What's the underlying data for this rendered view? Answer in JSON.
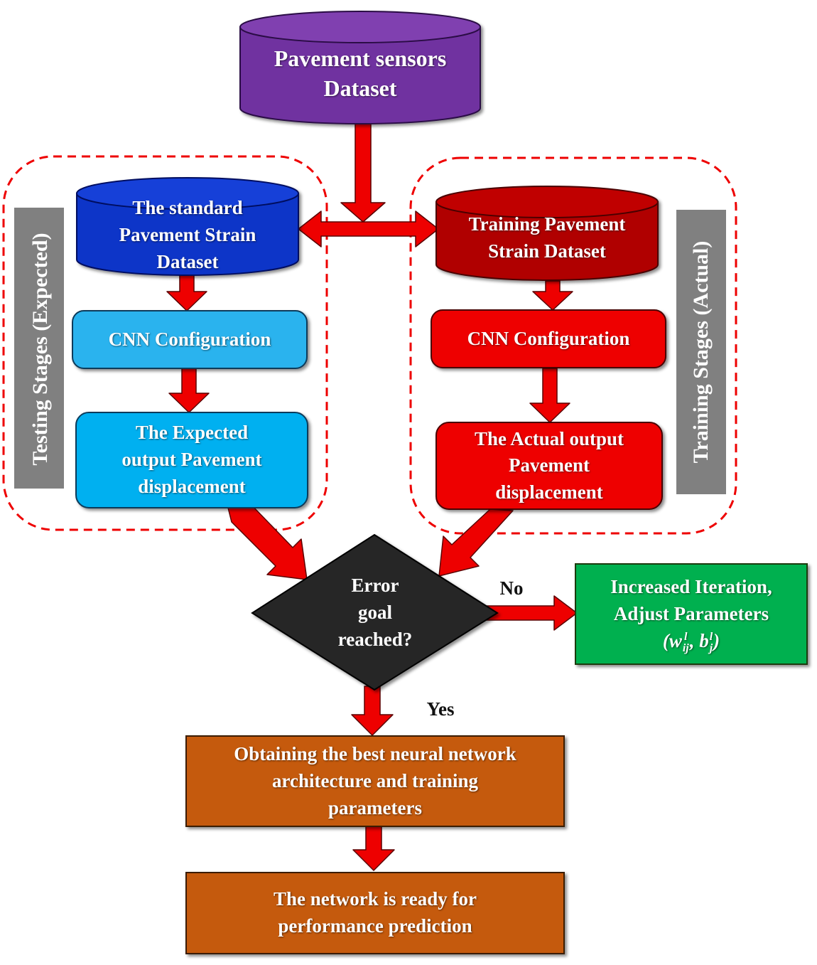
{
  "nodes": {
    "sensors": {
      "line1": "Pavement sensors",
      "line2": "Dataset",
      "color": "#7030A0"
    },
    "standard": {
      "line1": "The standard",
      "line2": "Pavement Strain",
      "line3": "Dataset",
      "color": "#0A35C8"
    },
    "training_db": {
      "line1": "Training Pavement",
      "line2": "Strain Dataset",
      "color": "#B00000"
    },
    "cnn_left": {
      "label": "CNN Configuration",
      "color": "#2AB3EE"
    },
    "cnn_right": {
      "label": "CNN Configuration",
      "color": "#EE0000"
    },
    "expected": {
      "line1": "The Expected",
      "line2": "output Pavement",
      "line3": "displacement",
      "color": "#00B0F0"
    },
    "actual": {
      "line1": "The Actual output",
      "line2": "Pavement",
      "line3": "displacement",
      "color": "#EE0000"
    },
    "decision": {
      "line1": "Error",
      "line2": "goal",
      "line3": "reached?",
      "color": "#262626"
    },
    "adjust": {
      "line1": "Increased Iteration,",
      "line2": "Adjust Parameters",
      "formula": "(w",
      "formula_w_sup": "l",
      "formula_w_sub": "ij",
      "formula_sep": ", b",
      "formula_b_sup": "l",
      "formula_b_sub": "j",
      "formula_end": ")",
      "color": "#00B050"
    },
    "best": {
      "line1": "Obtaining the best neural network",
      "line2": "architecture and training",
      "line3": "parameters",
      "color": "#C55A11"
    },
    "ready": {
      "line1": "The network is ready for",
      "line2": "performance prediction",
      "color": "#C55A11"
    }
  },
  "side_labels": {
    "testing": "Testing Stages (Expected)",
    "training": "Training Stages (Actual)"
  },
  "edges": {
    "no": "No",
    "yes": "Yes"
  },
  "colors": {
    "arrow": "#EE0000",
    "dashed_border": "#EE0000",
    "side_panel": "#808080"
  }
}
